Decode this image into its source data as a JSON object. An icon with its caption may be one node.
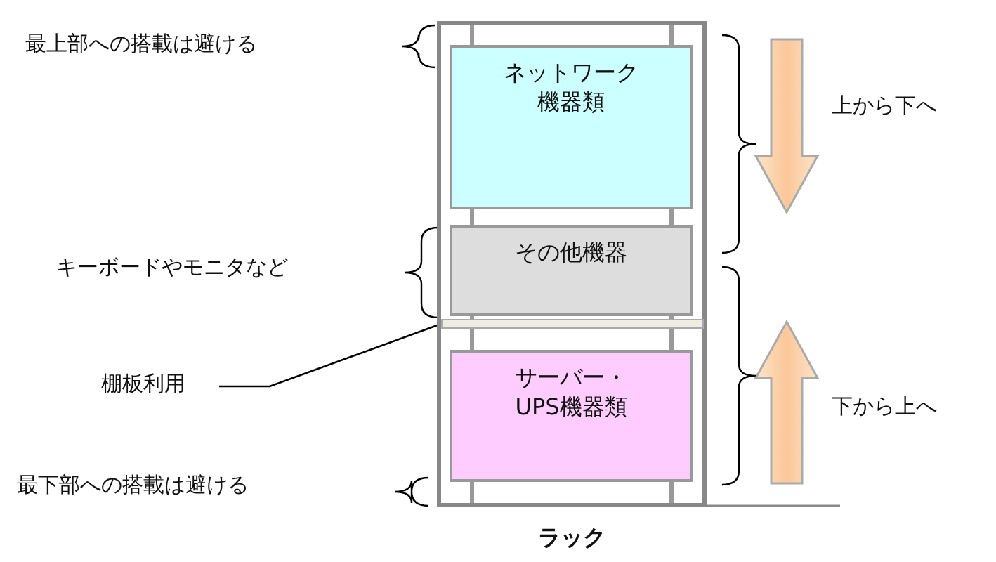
{
  "diagram": {
    "nodes": [
      {
        "text": [
          "ラック"
        ]
      },
      {
        "text": [
          "ネットワーク機器類"
        ],
        "in": 0
      },
      {
        "text": [
          "その他機器"
        ],
        "in": 0
      },
      {
        "text": [],
        "shape": "bar",
        "in": 0
      },
      {
        "text": [
          "サーバー・UPS機器類"
        ],
        "in": 0
      },
      {
        "text": [
          "棚板利用"
        ]
      }
    ],
    "edges": [
      {
        "from": 5,
        "to": 3,
        "arrow": "none"
      }
    ],
    "labels": [
      "最上部への搭載は避ける",
      "上から下へ",
      "キーボードやモニタなど",
      "下から上へ",
      "最下部への搭載は避ける"
    ]
  }
}
